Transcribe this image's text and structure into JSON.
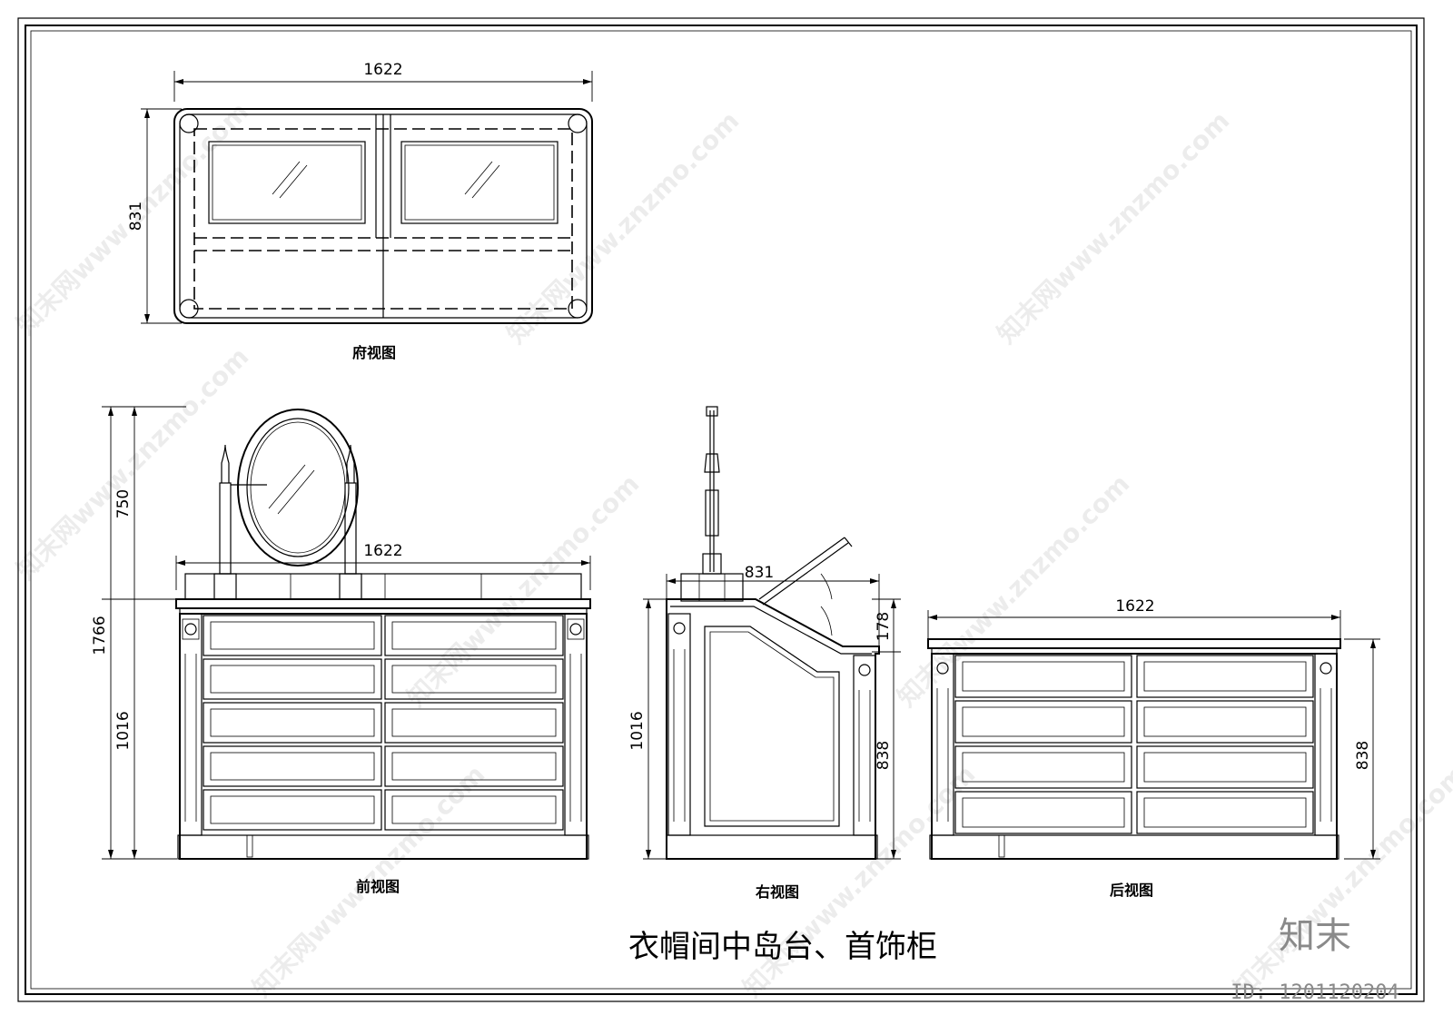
{
  "drawing": {
    "title": "衣帽间中岛台、首饰柜",
    "views": {
      "top": {
        "label": "府视图",
        "width": "1622",
        "depth": "831"
      },
      "front": {
        "label": "前视图",
        "width": "1622",
        "total_height": "1766",
        "mirror_height": "750",
        "body_height": "1016"
      },
      "right": {
        "label": "右视图",
        "depth": "831",
        "body_height": "1016",
        "slope_height": "178",
        "lower_height": "838"
      },
      "back": {
        "label": "后视图",
        "width": "1622",
        "height": "838"
      }
    }
  },
  "watermark": {
    "site_text": "知末网www.znzmo.com",
    "brand": "知末",
    "id_label": "ID: 1201120204"
  }
}
